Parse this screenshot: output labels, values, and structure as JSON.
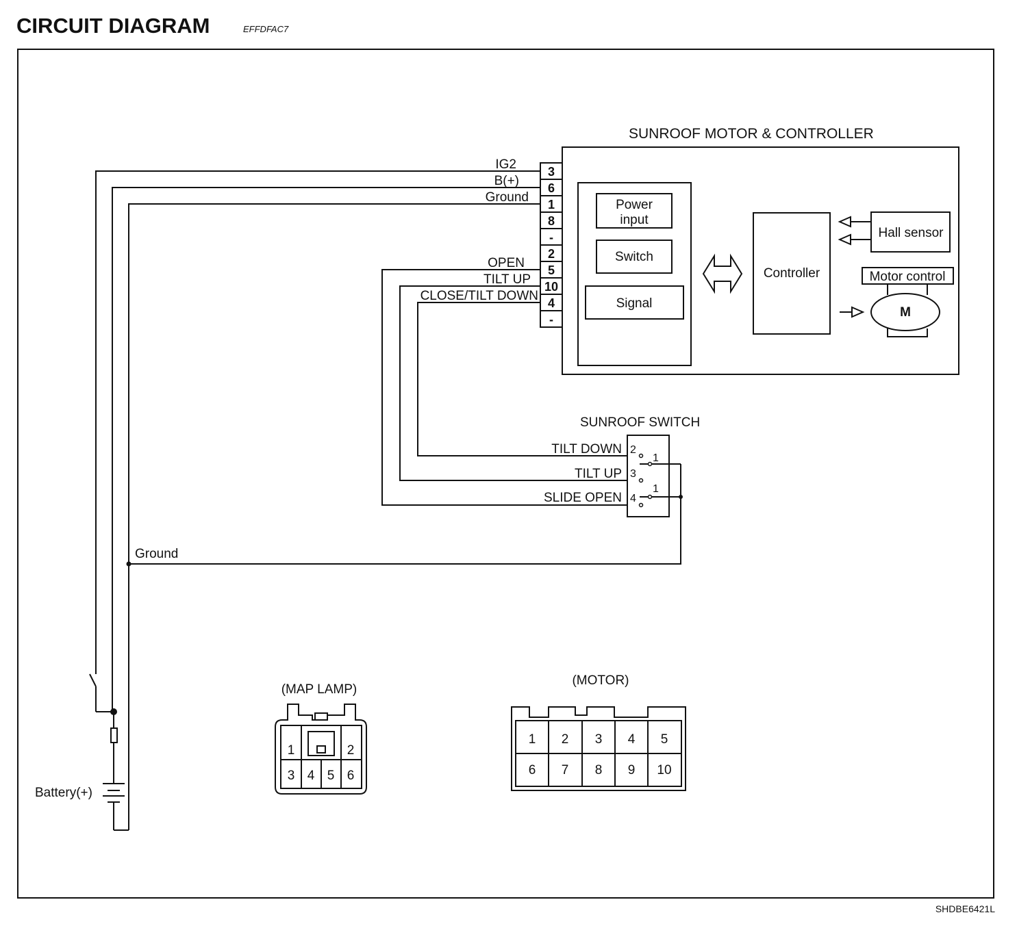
{
  "header": {
    "title": "CIRCUIT DIAGRAM",
    "code": "EFFDFAC7"
  },
  "footer": {
    "code": "SHDBE6421L"
  },
  "controller_module": {
    "title": "SUNROOF MOTOR & CONTROLLER",
    "pins": [
      "3",
      "6",
      "1",
      "8",
      "-",
      "2",
      "5",
      "10",
      "4",
      "-"
    ],
    "wire_labels": {
      "ig2": "IG2",
      "bplus": "B(+)",
      "ground": "Ground",
      "open": "OPEN",
      "tilt_up": "TILT UP",
      "close_tilt_down": "CLOSE/TILT DOWN"
    },
    "blocks": {
      "power_input_l1": "Power",
      "power_input_l2": "input",
      "switch": "Switch",
      "signal": "Signal",
      "controller": "Controller",
      "hall_sensor": "Hall sensor",
      "motor_control": "Motor control",
      "motor": "M"
    }
  },
  "sunroof_switch": {
    "title": "SUNROOF SWITCH",
    "terminals": {
      "tilt_down": "TILT DOWN",
      "tilt_up": "TILT UP",
      "slide_open": "SLIDE OPEN"
    },
    "pins": {
      "p2": "2",
      "p3": "3",
      "p4": "4",
      "c1a": "1",
      "c1b": "1"
    }
  },
  "ground_label": "Ground",
  "battery_label": "Battery(+)",
  "map_lamp": {
    "title": "(MAP LAMP)",
    "pins_top": [
      "1",
      "2"
    ],
    "pins_bottom": [
      "3",
      "4",
      "5",
      "6"
    ]
  },
  "motor_connector": {
    "title": "(MOTOR)",
    "pins_top": [
      "1",
      "2",
      "3",
      "4",
      "5"
    ],
    "pins_bottom": [
      "6",
      "7",
      "8",
      "9",
      "10"
    ]
  }
}
